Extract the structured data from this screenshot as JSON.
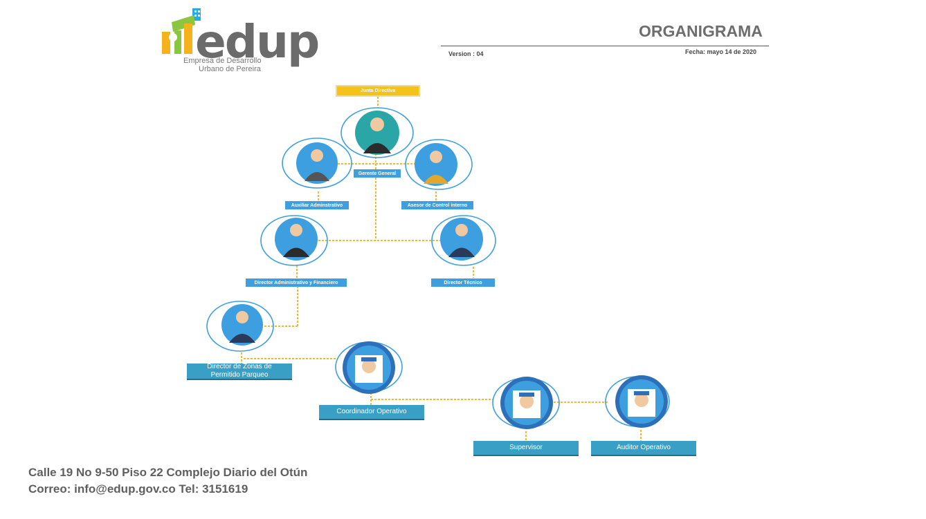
{
  "header": {
    "logo_text": "edup",
    "logo_subtitle_line1": "Empresa de Desarrollo",
    "logo_subtitle_line2": "Urbano de Pereira",
    "title": "ORGANIGRAMA",
    "version": "Version : 04",
    "fecha": "Fecha: mayo 14 de 2020"
  },
  "org": {
    "junta": "Junta Directiva",
    "gerente": "Gerente General",
    "auxiliar": "Auxiliar Adminstrativo",
    "asesor": "Asesor de Control interno",
    "dir_admin": "Director Administrativo y Financiero",
    "dir_tecnico": "Director Técnico",
    "dir_zonas_1": "Director de Zonas de",
    "dir_zonas_2": "Permitido Parqueo",
    "coordinador": "Coordinador Operativo",
    "supervisor": "Supervisor",
    "auditor": "Auditor Operativo"
  },
  "footer": {
    "address": "Calle 19 No 9-50 Piso 22 Complejo Diario del Otún",
    "contact": "Correo: info@edup.gov.co Tel: 3151619"
  },
  "colors": {
    "connector": "#f2b92c",
    "ring": "#3d9fe0",
    "label_blue": "#3d9fe0",
    "label_teal": "#3a9fc4",
    "logo_green": "#8cc63f",
    "logo_yellow": "#f5b21b"
  }
}
